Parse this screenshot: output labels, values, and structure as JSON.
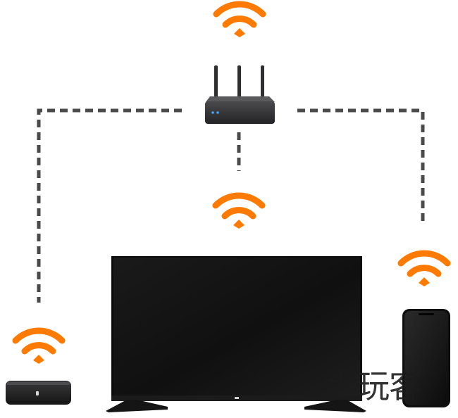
{
  "diagram": {
    "watermark": "大玩客",
    "colors": {
      "wifi": "#ff7a00",
      "connector": "#4a4a4a",
      "router_body": "#2d2d2f",
      "router_led": "#3fa9ff",
      "screen": "#141414",
      "background": "#ffffff"
    },
    "nodes": [
      {
        "id": "router",
        "icon": "router-icon",
        "wifi": true
      },
      {
        "id": "tv",
        "icon": "tv-icon",
        "wifi": true
      },
      {
        "id": "set-top-box",
        "icon": "set-top-box-icon",
        "wifi": true
      },
      {
        "id": "phone",
        "icon": "smartphone-icon",
        "wifi": true
      }
    ],
    "links": [
      {
        "from": "router",
        "to": "set-top-box",
        "style": "dashed"
      },
      {
        "from": "router",
        "to": "tv",
        "style": "dashed"
      },
      {
        "from": "router",
        "to": "phone",
        "style": "dashed"
      }
    ]
  }
}
